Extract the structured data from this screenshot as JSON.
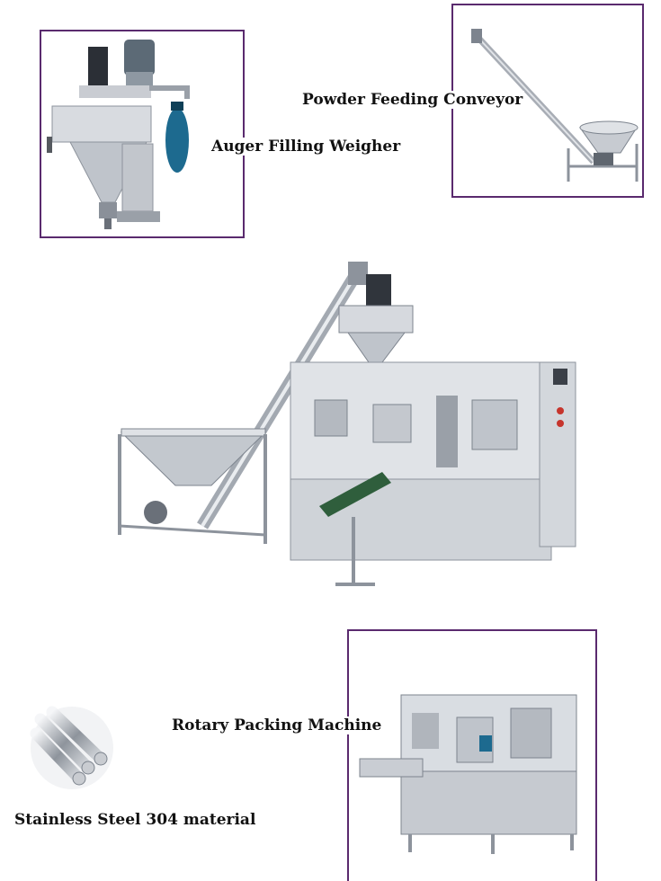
{
  "captions": {
    "auger": "Auger Filling Weigher",
    "conveyor": "Powder Feeding Conveyor",
    "rotary": "Rotary Packing Machine",
    "steel": "Stainless Steel 304 material"
  },
  "colors": {
    "frame": "#5a2a6e",
    "steel_light": "#e4e6ea",
    "steel_mid": "#b9bec6",
    "steel_dark": "#7d848e",
    "bag_blue": "#1d6a8f",
    "belt_green": "#2f5e3c"
  }
}
